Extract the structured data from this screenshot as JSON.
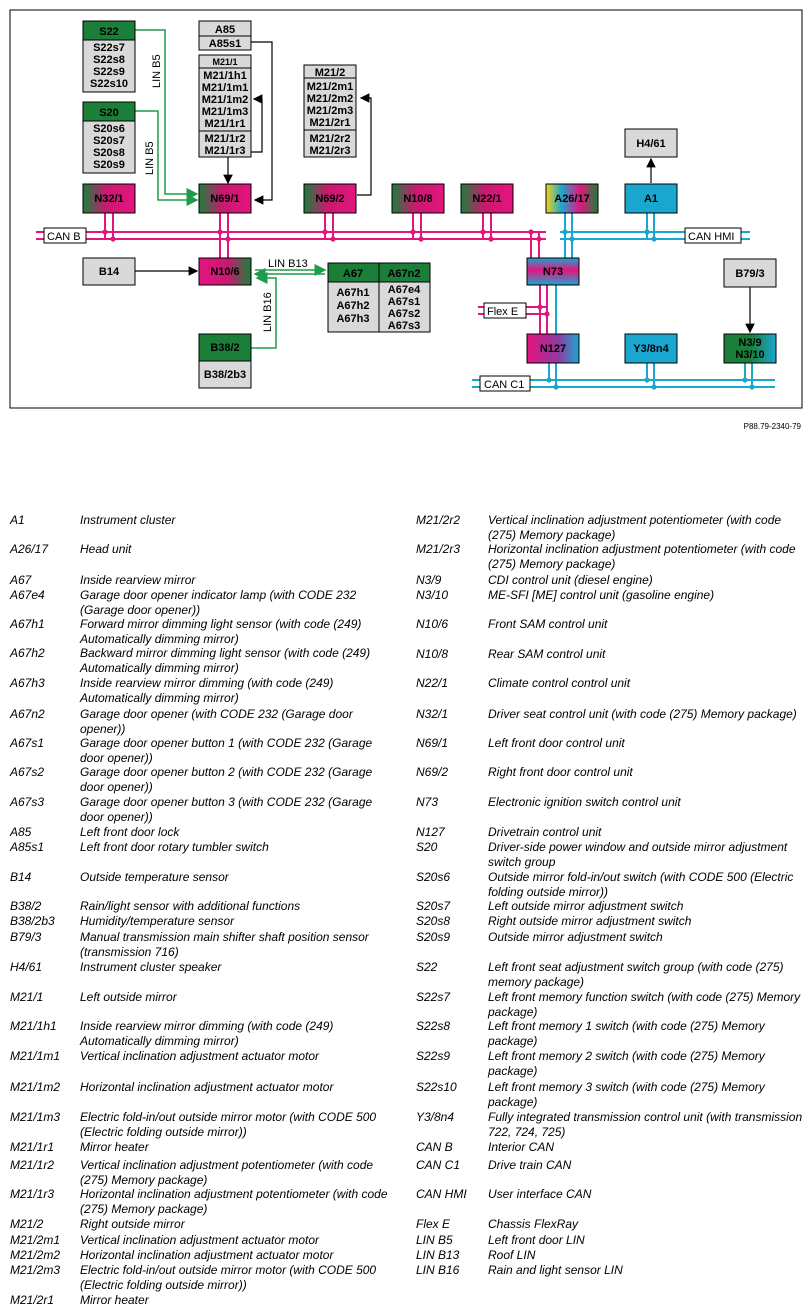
{
  "diagram": {
    "reference": "P88.79-2340-79",
    "components": {
      "s22": "S22",
      "s22_sub": [
        "S22s7",
        "S22s8",
        "S22s9",
        "S22s10"
      ],
      "s20": "S20",
      "s20_sub": [
        "S20s6",
        "S20s7",
        "S20s8",
        "S20s9"
      ],
      "a85": "A85",
      "a85s1": "A85s1",
      "m21_1": "M21/1",
      "m21_1_sub": [
        "M21/1h1",
        "M21/1m1",
        "M21/1m2",
        "M21/1m3",
        "M21/1r1"
      ],
      "m21_1_sub2": [
        "M21/1r2",
        "M21/1r3"
      ],
      "m21_2": "M21/2",
      "m21_2_sub": [
        "M21/2m1",
        "M21/2m2",
        "M21/2m3",
        "M21/2r1"
      ],
      "m21_2_sub2": [
        "M21/2r2",
        "M21/2r3"
      ],
      "h4_61": "H4/61",
      "n32_1": "N32/1",
      "n69_1": "N69/1",
      "n69_2": "N69/2",
      "n10_8": "N10/8",
      "n22_1": "N22/1",
      "a26_17": "A26/17",
      "a1": "A1",
      "b14": "B14",
      "n10_6": "N10/6",
      "a67": "A67",
      "a67_sub": [
        "A67h1",
        "A67h2",
        "A67h3"
      ],
      "a67n2": "A67n2",
      "a67n2_sub": [
        "A67e4",
        "A67s1",
        "A67s2",
        "A67s3"
      ],
      "n73": "N73",
      "b79_3": "B79/3",
      "b38_2": "B38/2",
      "b38_2b3": "B38/2b3",
      "n127": "N127",
      "y3_8n4": "Y3/8n4",
      "n3_9": "N3/9",
      "n3_10": "N3/10"
    },
    "networks": {
      "can_b": "CAN B",
      "can_hmi": "CAN HMI",
      "can_c1": "CAN C1",
      "flex_e": "Flex E",
      "lin_b5": "LIN B5",
      "lin_b13": "LIN B13",
      "lin_b16": "LIN B16"
    },
    "colors": {
      "gateway_green": "#1b7f3a",
      "can_b_magenta": "#e4157f",
      "can_hmi_cyan": "#1aa7cf",
      "lin_green": "#1e9b4b",
      "light_gray": "#d9d9d9"
    }
  },
  "legend_left": [
    {
      "code": "A1",
      "desc": "Instrument cluster"
    },
    {
      "code": "A26/17",
      "desc": "Head unit"
    },
    {
      "code": "A67",
      "desc": "Inside rearview mirror"
    },
    {
      "code": "A67e4",
      "desc": "Garage door opener indicator lamp (with CODE 232 (Garage door opener))"
    },
    {
      "code": "A67h1",
      "desc": "Forward mirror dimming light sensor (with code (249) Automatically dimming mirror)"
    },
    {
      "code": "A67h2",
      "desc": "Backward mirror dimming light sensor (with code (249) Automatically dimming mirror)"
    },
    {
      "code": "A67h3",
      "desc": "Inside rearview mirror dimming (with code (249) Automatically dimming mirror)"
    },
    {
      "code": "A67n2",
      "desc": "Garage door opener (with CODE 232 (Garage door opener))"
    },
    {
      "code": "A67s1",
      "desc": "Garage door opener button 1 (with CODE 232 (Garage door opener))"
    },
    {
      "code": "A67s2",
      "desc": "Garage door opener button 2 (with CODE 232 (Garage door opener))"
    },
    {
      "code": "A67s3",
      "desc": "Garage door opener button 3 (with CODE 232 (Garage door opener))"
    },
    {
      "code": "A85",
      "desc": "Left front door lock"
    },
    {
      "code": "A85s1",
      "desc": "Left front door rotary tumbler switch"
    },
    {
      "code": "B14",
      "desc": "Outside temperature sensor"
    },
    {
      "code": "B38/2",
      "desc": "Rain/light sensor with additional functions"
    },
    {
      "code": "B38/2b3",
      "desc": "Humidity/temperature sensor"
    },
    {
      "code": "B79/3",
      "desc": "Manual transmission main shifter shaft position sensor (transmission 716)"
    },
    {
      "code": "H4/61",
      "desc": "Instrument cluster speaker"
    },
    {
      "code": "M21/1",
      "desc": "Left outside mirror"
    },
    {
      "code": "M21/1h1",
      "desc": "Inside rearview mirror dimming (with code (249) Automatically dimming mirror)"
    },
    {
      "code": "M21/1m1",
      "desc": "Vertical inclination adjustment actuator motor"
    },
    {
      "code": "M21/1m2",
      "desc": "Horizontal inclination adjustment actuator motor"
    },
    {
      "code": "M21/1m3",
      "desc": "Electric fold-in/out outside mirror motor (with CODE 500 (Electric folding outside mirror))"
    },
    {
      "code": "M21/1r1",
      "desc": "Mirror heater"
    },
    {
      "code": "M21/1r2",
      "desc": "Vertical inclination adjustment potentiometer (with code (275) Memory package)"
    },
    {
      "code": "M21/1r3",
      "desc": "Horizontal inclination adjustment potentiometer (with code (275) Memory package)"
    },
    {
      "code": "M21/2",
      "desc": "Right outside mirror"
    },
    {
      "code": "M21/2m1",
      "desc": "Vertical inclination adjustment actuator motor"
    },
    {
      "code": "M21/2m2",
      "desc": "Horizontal inclination adjustment actuator motor"
    },
    {
      "code": "M21/2m3",
      "desc": "Electric fold-in/out outside mirror motor (with CODE 500 (Electric folding outside mirror))"
    },
    {
      "code": "M21/2r1",
      "desc": "Mirror heater"
    }
  ],
  "legend_right": [
    {
      "code": "M21/2r2",
      "desc": "Vertical inclination adjustment potentiometer (with code (275) Memory package)"
    },
    {
      "code": "M21/2r3",
      "desc": "Horizontal inclination adjustment potentiometer (with code (275) Memory package)"
    },
    {
      "code": "N3/9",
      "desc": "CDI control unit (diesel engine)"
    },
    {
      "code": "N3/10",
      "desc": "ME-SFI [ME] control unit (gasoline engine)"
    },
    {
      "code": "N10/6",
      "desc": "Front SAM control unit"
    },
    {
      "code": "N10/8",
      "desc": "Rear SAM control unit"
    },
    {
      "code": "N22/1",
      "desc": "Climate control control unit"
    },
    {
      "code": "N32/1",
      "desc": "Driver seat control unit (with code (275) Memory package)"
    },
    {
      "code": "N69/1",
      "desc": "Left front door control unit"
    },
    {
      "code": "N69/2",
      "desc": "Right front door control unit"
    },
    {
      "code": "N73",
      "desc": "Electronic ignition switch control unit"
    },
    {
      "code": "N127",
      "desc": "Drivetrain control unit"
    },
    {
      "code": "S20",
      "desc": "Driver-side power window and outside mirror adjustment switch group"
    },
    {
      "code": "S20s6",
      "desc": "Outside mirror fold-in/out switch (with CODE 500 (Electric folding outside mirror))"
    },
    {
      "code": "S20s7",
      "desc": "Left outside mirror adjustment switch"
    },
    {
      "code": "S20s8",
      "desc": "Right outside mirror adjustment switch"
    },
    {
      "code": "S20s9",
      "desc": "Outside mirror adjustment switch"
    },
    {
      "code": "S22",
      "desc": "Left front seat adjustment switch group (with code (275) memory package)"
    },
    {
      "code": "S22s7",
      "desc": "Left front memory function switch (with code (275) Memory package)"
    },
    {
      "code": "S22s8",
      "desc": "Left front memory 1 switch (with code (275) Memory package)"
    },
    {
      "code": "S22s9",
      "desc": "Left front memory 2 switch (with code (275) Memory package)"
    },
    {
      "code": "S22s10",
      "desc": "Left front memory 3 switch (with code (275) Memory package)"
    },
    {
      "code": "Y3/8n4",
      "desc": "Fully integrated transmission control unit (with transmission 722, 724, 725)"
    },
    {
      "code": "CAN B",
      "desc": "Interior CAN"
    },
    {
      "code": "CAN C1",
      "desc": "Drive train CAN"
    },
    {
      "code": "CAN HMI",
      "desc": "User interface CAN"
    },
    {
      "code": "Flex E",
      "desc": "Chassis FlexRay"
    },
    {
      "code": "LIN B5",
      "desc": "Left front door LIN"
    },
    {
      "code": "LIN B13",
      "desc": "Roof LIN"
    },
    {
      "code": "LIN B16",
      "desc": "Rain and light sensor LIN"
    }
  ]
}
